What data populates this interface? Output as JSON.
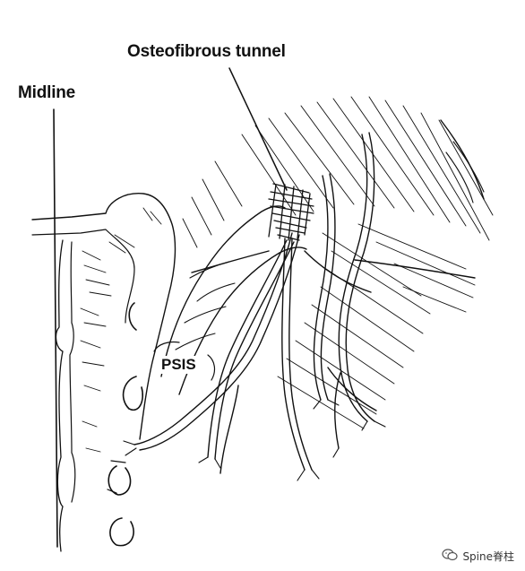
{
  "labels": {
    "tunnel": "Osteofibrous tunnel",
    "midline": "Midline",
    "psis": "PSIS"
  },
  "watermark": {
    "text": "Spine脊柱",
    "icon": "wechat-icon"
  },
  "colors": {
    "ink": "#111111",
    "background": "#ffffff"
  }
}
